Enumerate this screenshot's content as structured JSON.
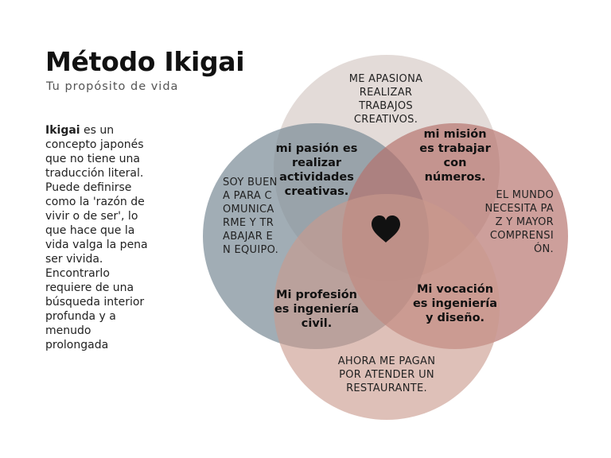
{
  "header": {
    "title": "Método Ikigai",
    "subtitle": "Tu propósito de vida"
  },
  "description": {
    "keyword": "Ikigai",
    "text": " es un concepto japonés que no tiene una traducción literal. Puede definirse como la 'razón de vivir o de ser', lo que hace que la vida valga la pena ser vivida. Encontrarlo requiere de una búsqueda interior profunda y a menudo prolongada"
  },
  "colors": {
    "top_circle": "#d9cfcb",
    "left_circle": "#7d8d99",
    "right_circle": "#b5726b",
    "bottom_circle": "#c9998c",
    "heart": "#111111"
  },
  "center_icon": "heart-icon",
  "venn": {
    "top": "ME APASIONA REALIZAR TRABAJOS CREATIVOS.",
    "left": "SOY BUENA PARA COMUNICARME Y TRABAJAR EN EQUIPO.",
    "right": "EL MUNDO NECESITA PAZ Y MAYOR COMPRENSIÓN.",
    "bottom": "AHORA ME PAGAN POR ATENDER UN RESTAURANTE.",
    "passion": "mi pasión es realizar actividades creativas.",
    "mission": "mi misión es trabajar con números.",
    "profession": "Mi profesión es ingeniería civil.",
    "vocation": "Mi vocación es ingeniería y diseño."
  }
}
